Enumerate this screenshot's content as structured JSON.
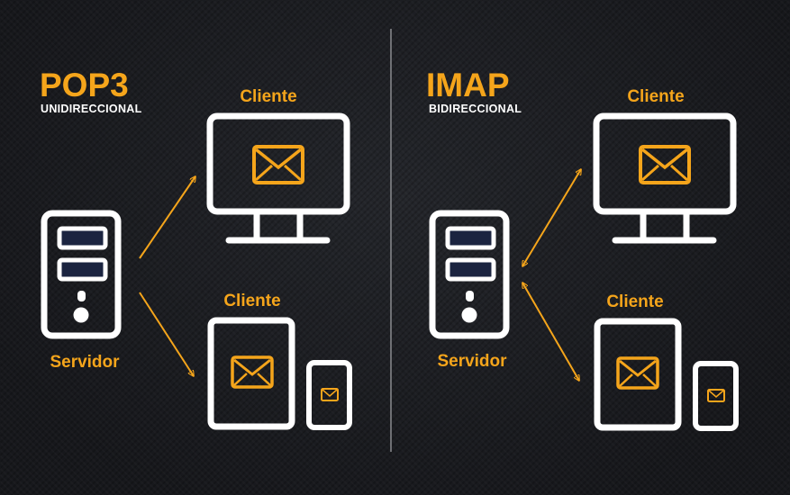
{
  "colors": {
    "accent": "#f5a51b",
    "line": "#ffffff",
    "background": "#1b1c20",
    "slot": "#1b2440"
  },
  "pop3": {
    "title": "POP3",
    "subtitle": "UNIDIRECCIONAL",
    "server_label": "Servidor",
    "client_desktop_label": "Cliente",
    "client_mobile_label": "Cliente",
    "connection": "one-way"
  },
  "imap": {
    "title": "IMAP",
    "subtitle": "BIDIRECCIONAL",
    "server_label": "Servidor",
    "client_desktop_label": "Cliente",
    "client_mobile_label": "Cliente",
    "connection": "two-way"
  },
  "icons": [
    "server-icon",
    "monitor-icon",
    "tablet-icon",
    "phone-icon",
    "envelope-icon",
    "arrow-icon"
  ]
}
